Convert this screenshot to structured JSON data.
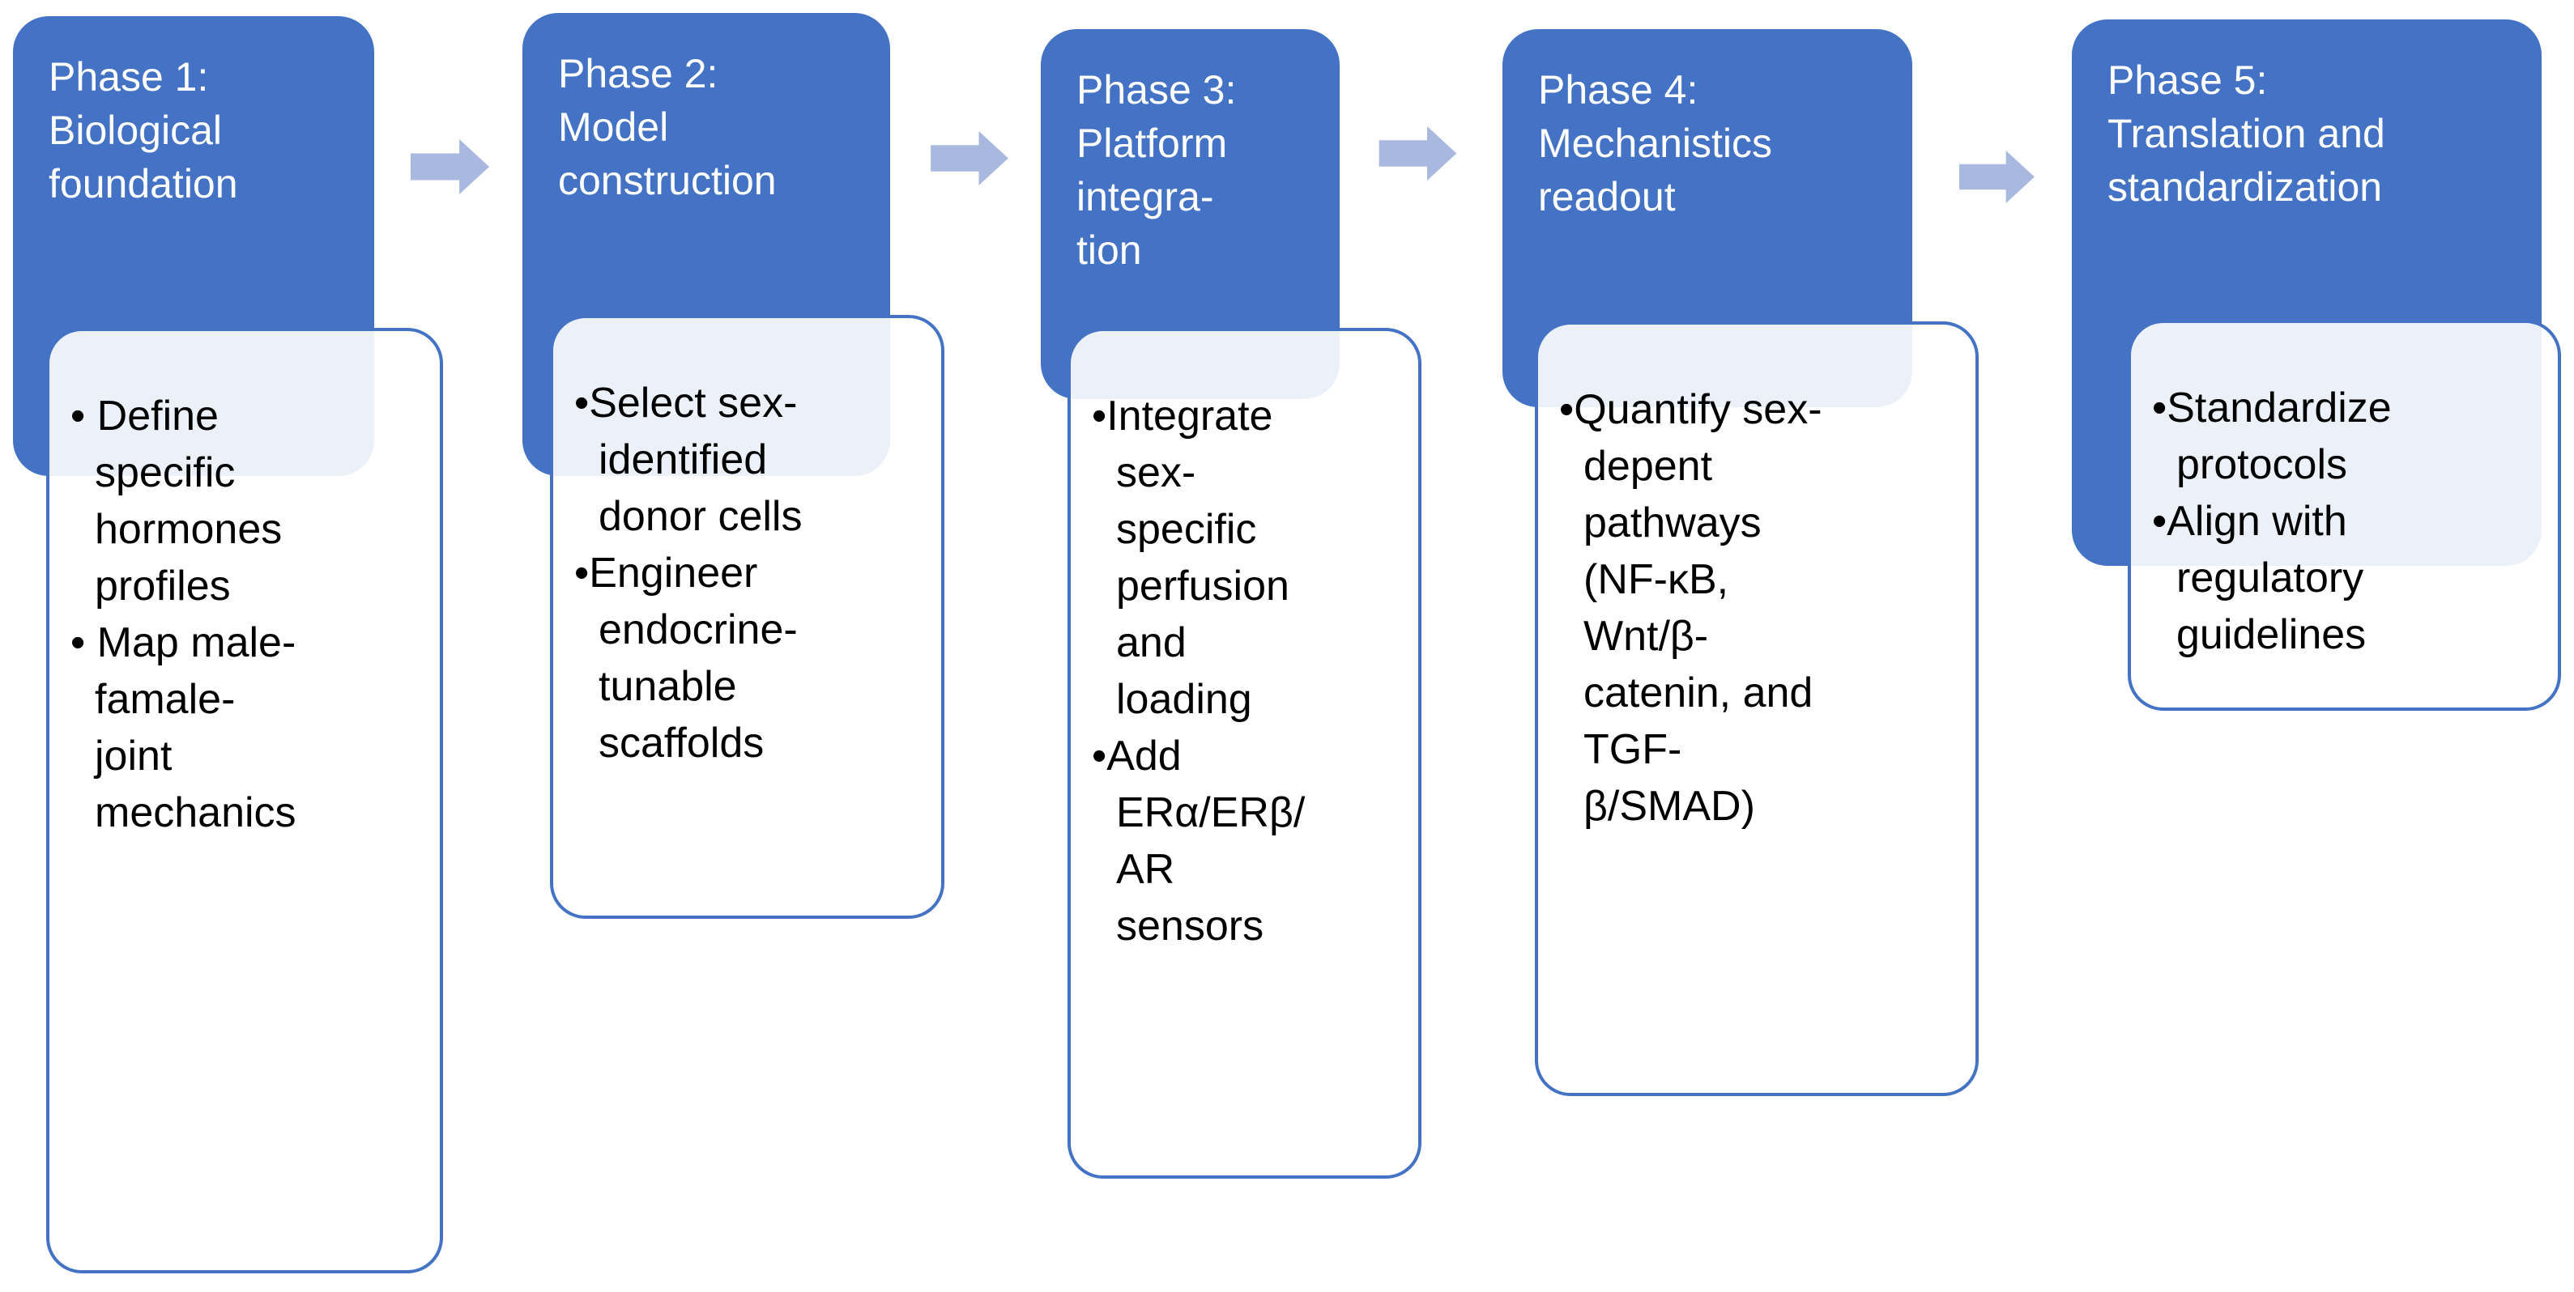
{
  "colors": {
    "header": "#4472C4",
    "arrow": "#A9B8DE",
    "box_border": "#4472C4"
  },
  "phases": [
    {
      "title_lines": [
        "Phase 1:",
        "Biological",
        "foundation"
      ],
      "bullets": [
        [
          "• Define",
          "specific",
          "hormones",
          "profiles"
        ],
        [
          "• Map male-",
          "famale-",
          "joint",
          "mechanics"
        ]
      ]
    },
    {
      "title_lines": [
        "Phase 2:",
        "Model",
        "construction"
      ],
      "bullets": [
        [
          "•Select sex-",
          "identified",
          "donor cells"
        ],
        [
          "•Engineer",
          "endocrine-",
          "tunable",
          "scaffolds"
        ]
      ]
    },
    {
      "title_lines": [
        "Phase 3:",
        "Platform",
        "integra-",
        "tion"
      ],
      "bullets": [
        [
          "•Integrate",
          "sex-",
          "specific",
          "perfusion",
          "and",
          "loading"
        ],
        [
          "•Add",
          "ERα/ERβ/",
          "AR",
          "sensors"
        ]
      ]
    },
    {
      "title_lines": [
        "Phase 4:",
        "Mechanistics",
        "readout"
      ],
      "bullets": [
        [
          "•Quantify sex-",
          "depent",
          "pathways",
          "(NF-κB,",
          "Wnt/β-",
          "catenin, and",
          "TGF-",
          "β/SMAD)"
        ]
      ]
    },
    {
      "title_lines": [
        "Phase 5:",
        "Translation and",
        "standardization"
      ],
      "bullets": [
        [
          "•Standardize",
          "protocols"
        ],
        [
          "•Align with",
          "regulatory",
          "guidelines"
        ]
      ]
    }
  ]
}
